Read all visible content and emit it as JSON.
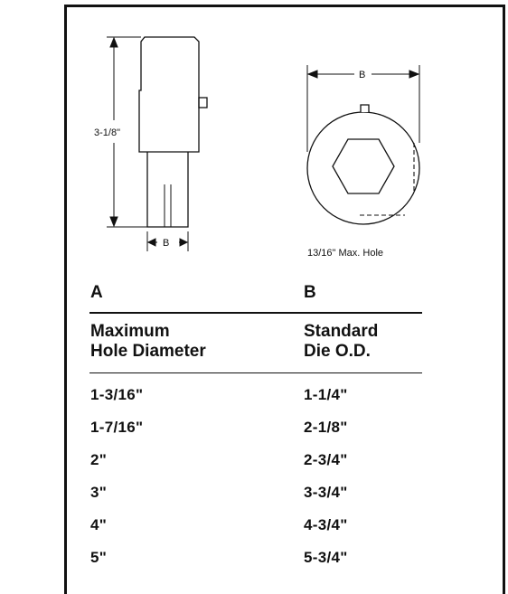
{
  "drawing": {
    "punch_length_label": "3-1/8\"",
    "punch_width_label": "B",
    "die_width_label": "B",
    "die_caption": "13/16\" Max. Hole"
  },
  "table": {
    "column_letters": [
      "A",
      "B"
    ],
    "headers": [
      [
        "Maximum",
        "Hole Diameter"
      ],
      [
        "Standard",
        "Die O.D."
      ]
    ],
    "rows": [
      [
        "1-3/16\"",
        "1-1/4\""
      ],
      [
        "1-7/16\"",
        "2-1/8\""
      ],
      [
        "2\"",
        "2-3/4\""
      ],
      [
        "3\"",
        "3-3/4\""
      ],
      [
        "4\"",
        "4-3/4\""
      ],
      [
        "5\"",
        "5-3/4\""
      ]
    ]
  }
}
